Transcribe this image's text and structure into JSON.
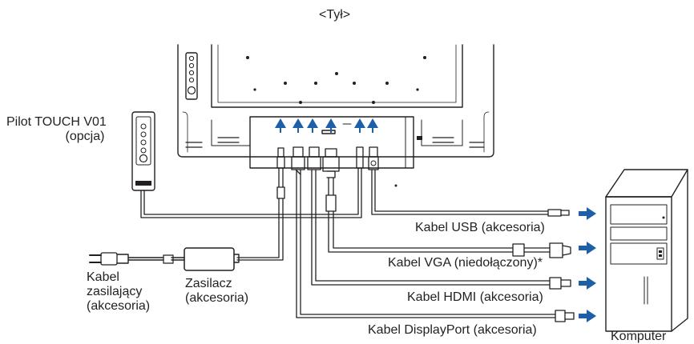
{
  "title": "<Tył>",
  "remote": {
    "line1": "Pilot TOUCH V01",
    "line2": "(opcja)"
  },
  "power_cable": {
    "line1": "Kabel",
    "line2": "zasilający",
    "line3": "(akcesoria)"
  },
  "adapter": {
    "line1": "Zasilacz",
    "line2": "(akcesoria)"
  },
  "cables": {
    "usb": "Kabel USB (akcesoria)",
    "vga": "Kabel VGA (niedołączony)*",
    "hdmi": "Kabel HDMI (akcesoria)",
    "dp": "Kabel DisplayPort (akcesoria)"
  },
  "computer": "Komputer",
  "colors": {
    "arrow": "#1f5fa8",
    "line": "#231f20",
    "background": "#ffffff"
  }
}
